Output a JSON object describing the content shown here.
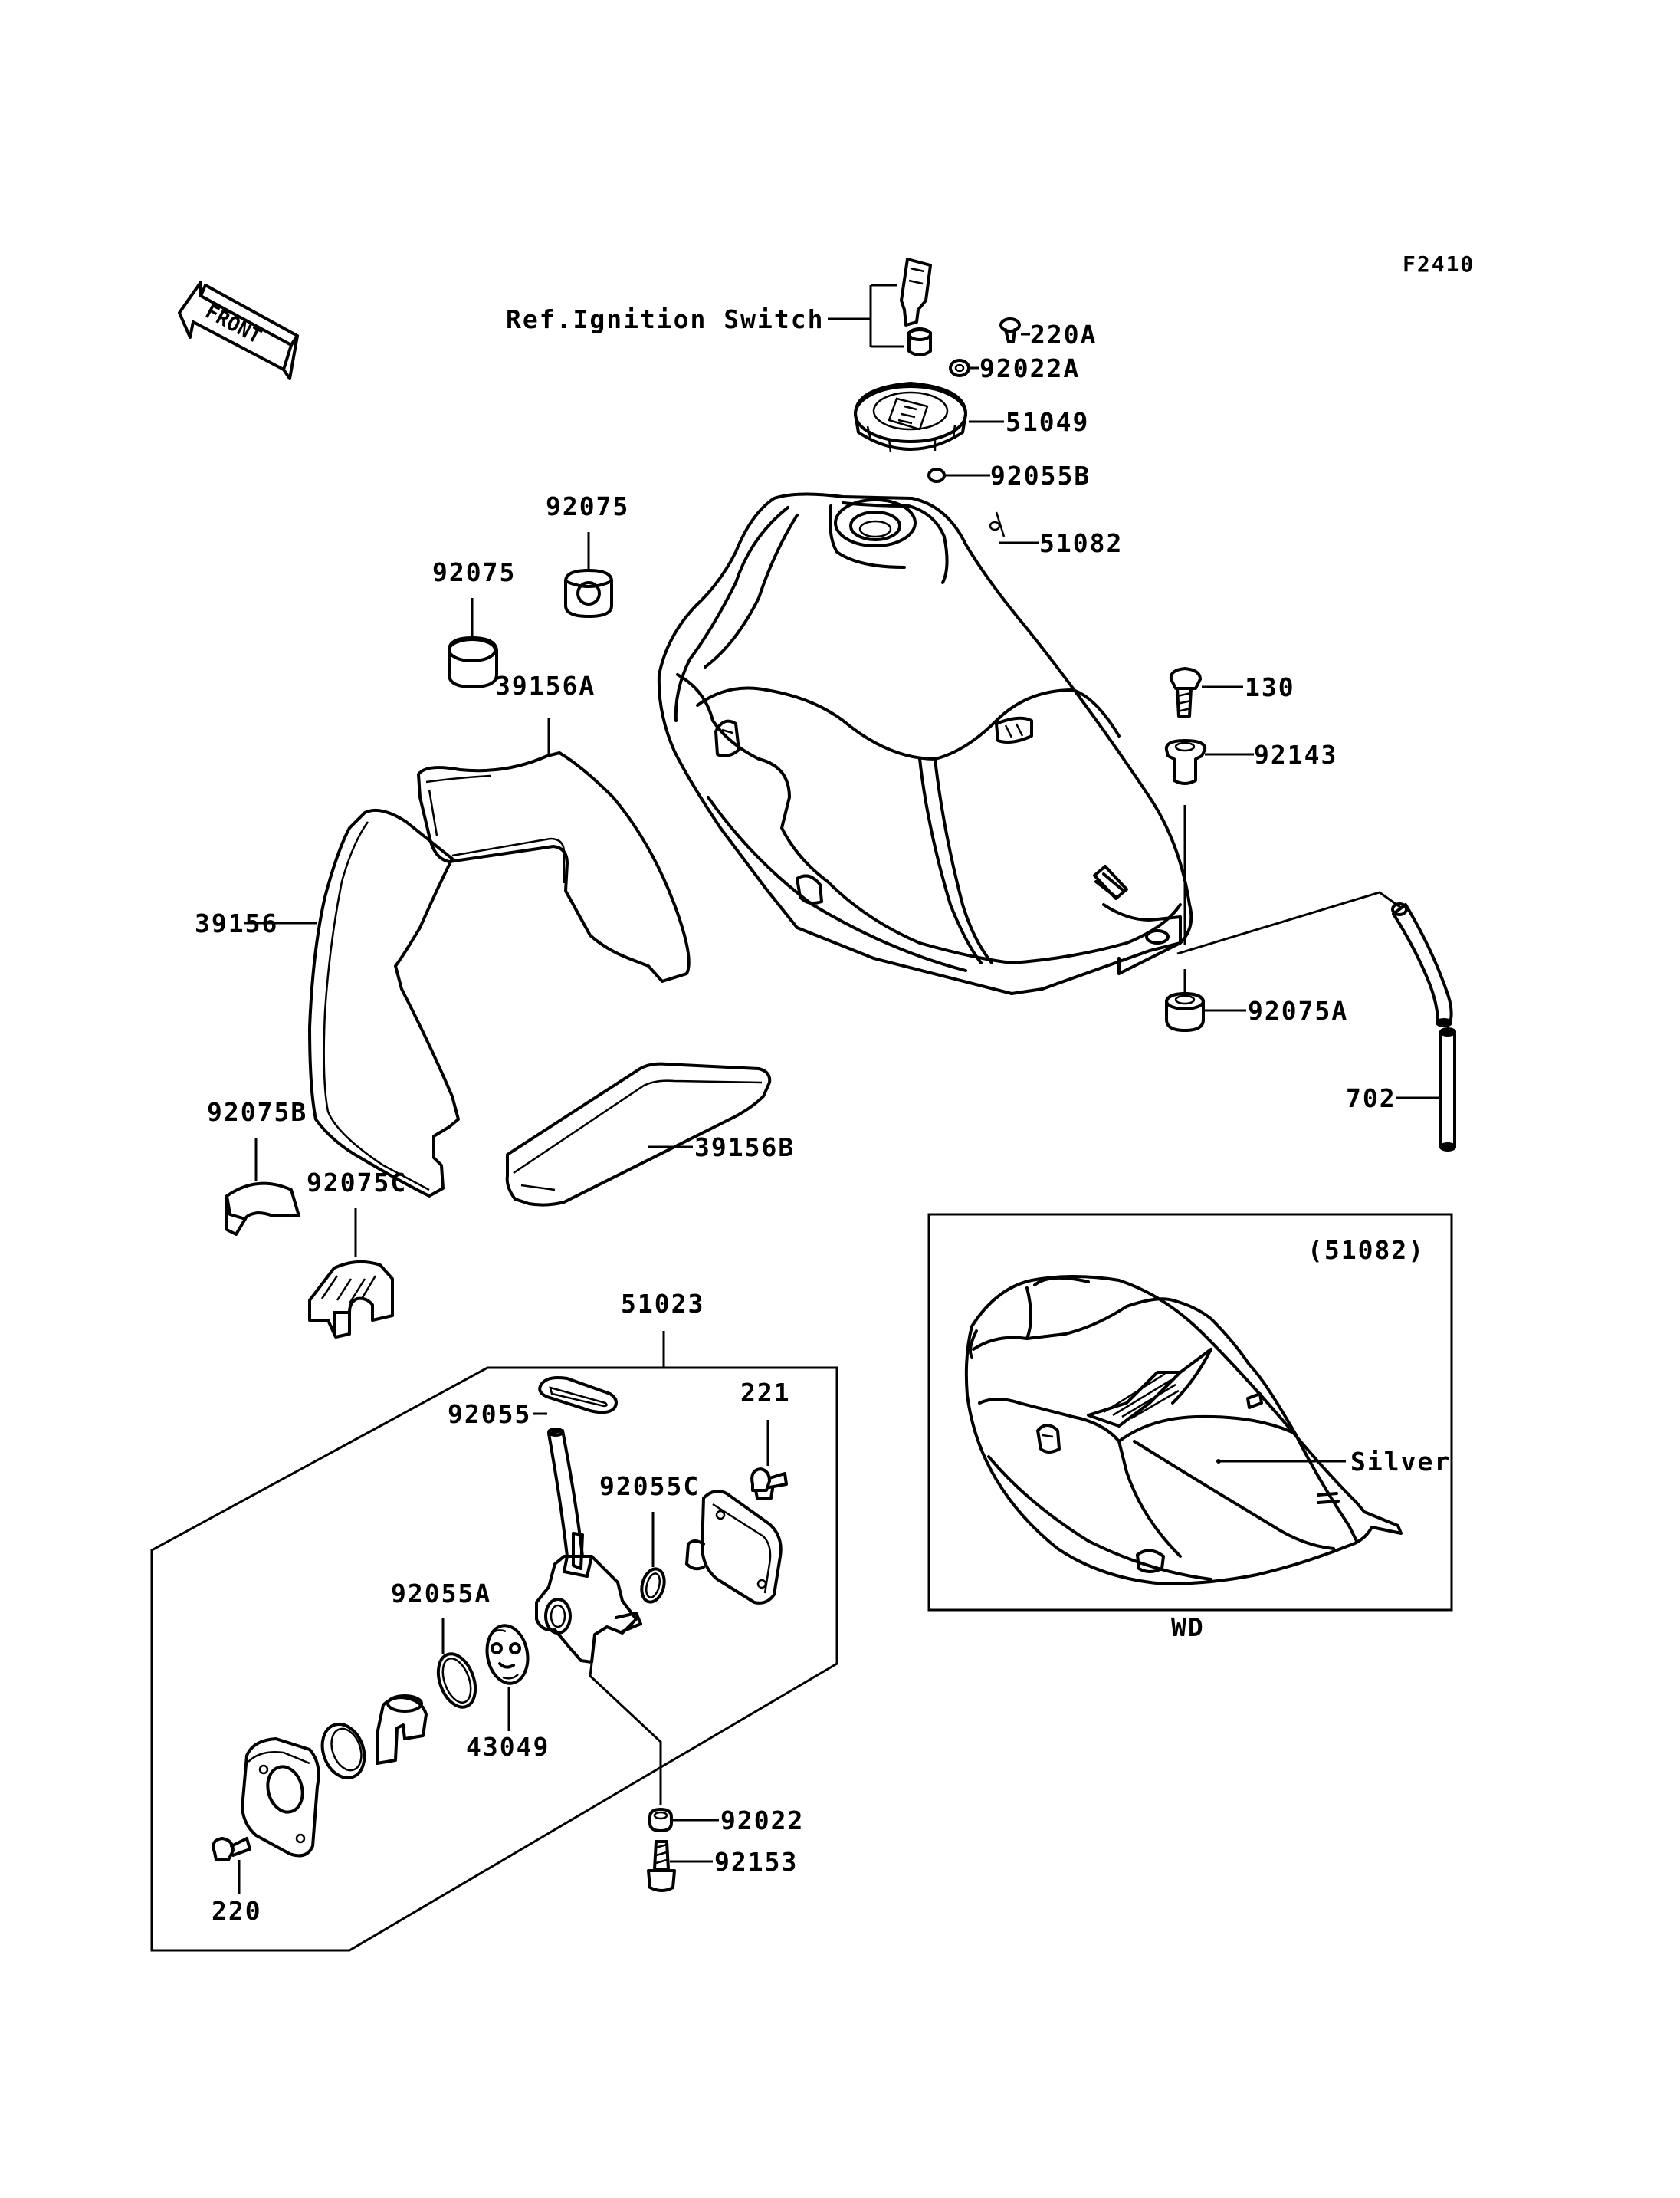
{
  "figure_code": "F2410",
  "front_label": "FRONT",
  "ref_label": "Ref.Ignition Switch",
  "inset_ref": "(51082)",
  "inset_caption": "WD",
  "silver_label": "Silver",
  "parts": {
    "p220A": "220A",
    "p92022A": "92022A",
    "p51049": "51049",
    "p92055B": "92055B",
    "p51082": "51082",
    "p92075_top": "92075",
    "p92075_left": "92075",
    "p39156A": "39156A",
    "p130": "130",
    "p92143": "92143",
    "p39156": "39156",
    "p92075A": "92075A",
    "p702": "702",
    "p92075B": "92075B",
    "p39156B": "39156B",
    "p92075C": "92075C",
    "p51023": "51023",
    "p221": "221",
    "p92055": "92055",
    "p92055C": "92055C",
    "p92055A": "92055A",
    "p43049": "43049",
    "p92022": "92022",
    "p92153": "92153",
    "p220": "220"
  }
}
